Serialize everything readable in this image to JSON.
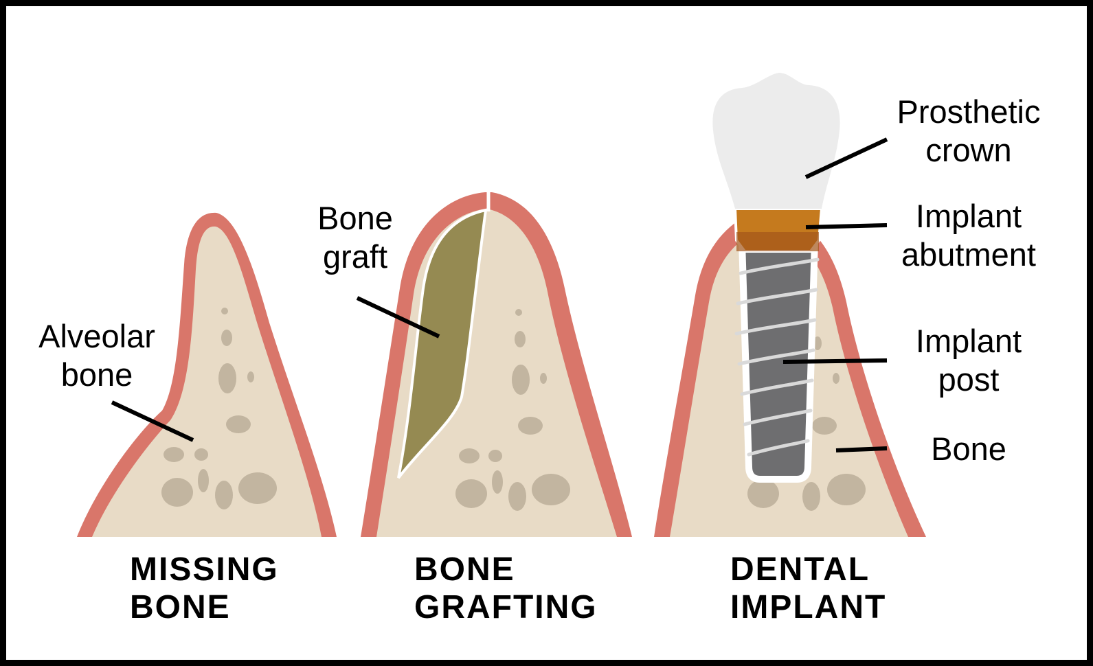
{
  "panels": [
    {
      "title_line1": "MISSING",
      "title_line2": "BONE",
      "callouts": [
        {
          "line1": "Alveolar",
          "line2": "bone"
        }
      ]
    },
    {
      "title_line1": "BONE",
      "title_line2": "GRAFTING",
      "callouts": [
        {
          "line1": "Bone",
          "line2": "graft"
        }
      ]
    },
    {
      "title_line1": "DENTAL",
      "title_line2": "IMPLANT",
      "callouts": [
        {
          "line1": "Prosthetic",
          "line2": "crown"
        },
        {
          "line1": "Implant",
          "line2": "abutment"
        },
        {
          "line1": "Implant",
          "line2": "post"
        },
        {
          "line1": "Bone",
          "line2": ""
        }
      ]
    }
  ],
  "colors": {
    "gum": "#d9766a",
    "bone": "#e8dbc6",
    "bone_pores": "#c2b5a0",
    "graft": "#958a52",
    "crown": "#ececec",
    "abutment": "#c57a1e",
    "implant_post": "#6e6e70",
    "threads": "#d9d9d9",
    "frame": "#000000"
  }
}
